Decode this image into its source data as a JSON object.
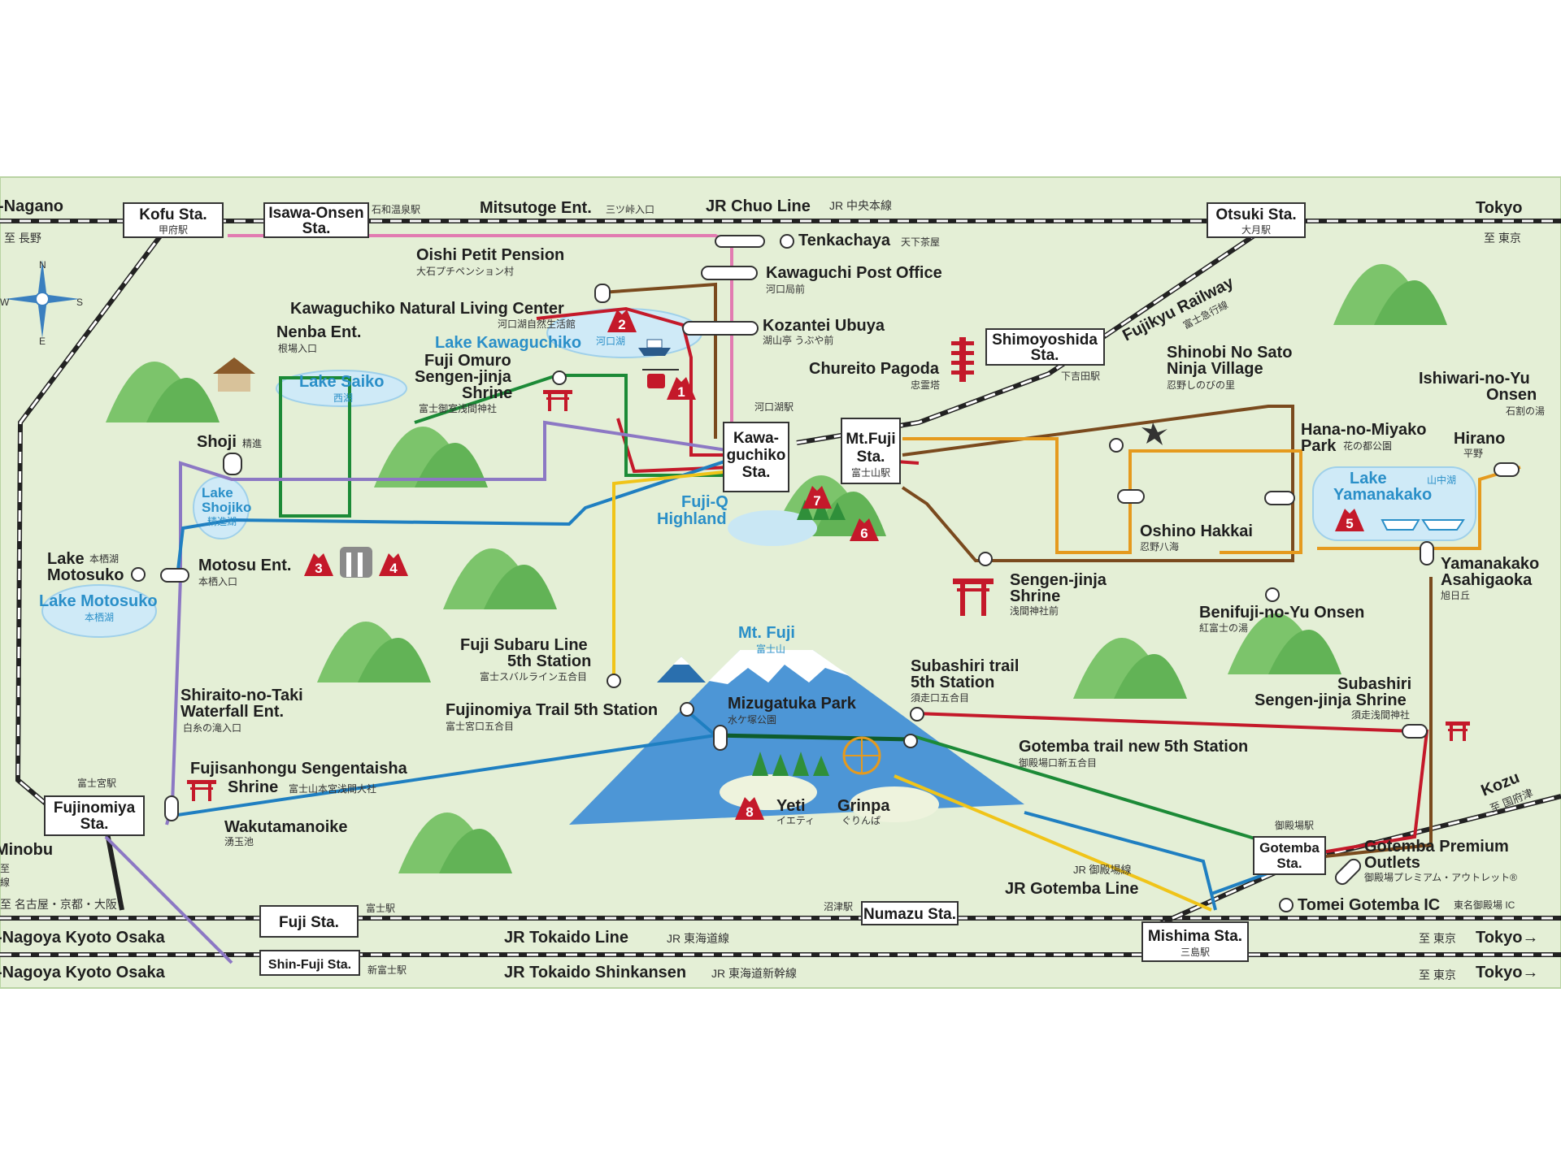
{
  "colors": {
    "background": "#e4efd6",
    "rail": "#222222",
    "line_pink": "#e27bb1",
    "line_red": "#c4192a",
    "line_brown": "#7a4a1e",
    "line_green": "#1c8a37",
    "line_purple": "#8c78c4",
    "line_blue": "#1f7fc1",
    "line_yellow": "#f0c419",
    "line_orange": "#e59a1e",
    "line_darkgreen": "#0e5c2c",
    "water": "#cfeaf7",
    "water_text": "#2a8fc8"
  },
  "compass": {
    "n": "N",
    "s": "S",
    "e": "E",
    "w": "W"
  },
  "edges": {
    "nagano": "-Nagano",
    "nagano_jp": "至 長野",
    "tokyo_top": "Tokyo",
    "tokyo_top_jp": "至 東京",
    "kozu": "Kozu",
    "kozu_jp": "至 国府津",
    "minobu": "Minobu",
    "minobu_jp": "至",
    "minobu_jp2": "線",
    "nagoya_jp": "至 名古屋・京都・大阪",
    "nagoya1": "-Nagoya  Kyoto  Osaka",
    "nagoya2": "-Nagoya  Kyoto  Osaka",
    "tokyo1": "Tokyo→",
    "tokyo1_jp": "至 東京",
    "tokyo2": "Tokyo→",
    "tokyo2_jp": "至 東京"
  },
  "lines": {
    "chuo": "JR Chuo Line",
    "chuo_jp": "JR 中央本線",
    "fujikyu": "Fujikyu Railway",
    "fujikyu_jp": "富士急行線",
    "gotemba_jp": "JR 御殿場線",
    "gotemba": "JR Gotemba Line",
    "tokaido": "JR Tokaido Line",
    "tokaido_jp": "JR 東海道線",
    "shinkansen": "JR Tokaido Shinkansen",
    "shinkansen_jp": "JR 東海道新幹線"
  },
  "stations": {
    "kofu": "Kofu Sta.",
    "kofu_jp": "甲府駅",
    "isawa1": "Isawa-Onsen",
    "isawa2": "Sta.",
    "isawa_jp": "石和温泉駅",
    "otsuki": "Otsuki Sta.",
    "otsuki_jp": "大月駅",
    "shimoyoshida1": "Shimoyoshida",
    "shimoyoshida2": "Sta.",
    "shimoyoshida_jp": "下吉田駅",
    "kawaguchiko1": "Kawa-",
    "kawaguchiko2": "guchiko",
    "kawaguchiko3": "Sta.",
    "kawaguchiko_jp": "河口湖駅",
    "mtfuji1": "Mt.Fuji",
    "mtfuji2": "Sta.",
    "mtfuji_jp": "富士山駅",
    "fujinomiya1": "Fujinomiya",
    "fujinomiya2": "Sta.",
    "fujinomiya_jp": "富士宮駅",
    "fuji": "Fuji Sta.",
    "fuji_jp": "富士駅",
    "shinfuji": "Shin-Fuji Sta.",
    "shinfuji_jp": "新富士駅",
    "numazu": "Numazu Sta.",
    "numazu_jp": "沼津駅",
    "mishima": "Mishima Sta.",
    "mishima_jp": "三島駅",
    "gotemba1": "Gotemba",
    "gotemba2": "Sta.",
    "gotemba_jp": "御殿場駅"
  },
  "stops": {
    "mitsutoge": "Mitsutoge Ent.",
    "mitsutoge_jp": "三ツ峠入口",
    "tenkachaya": "Tenkachaya",
    "tenkachaya_jp": "天下茶屋",
    "oishi": "Oishi Petit Pension",
    "oishi_jp": "大石プチペンション村",
    "kawaguchi_post": "Kawaguchi Post Office",
    "kawaguchi_post_jp": "河口局前",
    "living_center": "Kawaguchiko Natural Living Center",
    "living_center_jp": "河口湖自然生活館",
    "kozantei": "Kozantei Ubuya",
    "kozantei_jp": "湖山亭 うぶや前",
    "nenba": "Nenba Ent.",
    "nenba_jp": "根場入口",
    "omuro1": "Fuji Omuro",
    "omuro2": "Sengen-jinja",
    "omuro3": "Shrine",
    "omuro_jp": "富士御室浅間神社",
    "chureito": "Chureito Pagoda",
    "chureito_jp": "忠霊塔",
    "shinobi1": "Shinobi No Sato",
    "shinobi2": "Ninja Village",
    "shinobi_jp": "忍野しのびの里",
    "ishiwari1": "Ishiwari-no-Yu",
    "ishiwari2": "Onsen",
    "ishiwari_jp": "石割の湯",
    "shoji": "Shoji",
    "shoji_jp": "精進",
    "hana1": "Hana-no-Miyako",
    "hana2": "Park",
    "hana_jp": "花の都公園",
    "hirano": "Hirano",
    "hirano_jp": "平野",
    "oshino": "Oshino Hakkai",
    "oshino_jp": "忍野八海",
    "motosuko1": "Lake",
    "motosuko2": "Motosuko",
    "motosuko_jp": "本栖湖",
    "motosu_ent": "Motosu Ent.",
    "motosu_ent_jp": "本栖入口",
    "sengen1": "Sengen-jinja",
    "sengen2": "Shrine",
    "sengen_jp": "浅間神社前",
    "yamanakako_asa1": "Yamanakako",
    "yamanakako_asa2": "Asahigaoka",
    "yamanakako_asa_jp": "旭日丘",
    "benifuji": "Benifuji-no-Yu Onsen",
    "benifuji_jp": "紅富士の湯",
    "subaru1": "Fuji Subaru Line",
    "subaru2": "5th Station",
    "subaru_jp": "富士スバルライン五合目",
    "subashiri5_1": "Subashiri trail",
    "subashiri5_2": "5th Station",
    "subashiri5_jp": "須走口五合目",
    "shiraito1": "Shiraito-no-Taki",
    "shiraito2": "Waterfall Ent.",
    "shiraito_jp": "白糸の滝入口",
    "fujinomiya5": "Fujinomiya Trail 5th Station",
    "fujinomiya5_jp": "富士宮口五合目",
    "mizugatuka": "Mizugatuka Park",
    "mizugatuka_jp": "水ケ塚公園",
    "subashiri_shrine1": "Subashiri",
    "subashiri_shrine2": "Sengen-jinja Shrine",
    "subashiri_shrine_jp": "須走浅間神社",
    "gotemba5": "Gotemba trail new 5th Station",
    "gotemba5_jp": "御殿場口新五合目",
    "hongu1": "Fujisanhongu Sengentaisha",
    "hongu2": "Shrine",
    "hongu_jp": "富士山本宮浅間大社",
    "wakutama": "Wakutamanoike",
    "wakutama_jp": "湧玉池",
    "outlets1": "Gotemba Premium",
    "outlets2": "Outlets",
    "outlets_jp": "御殿場プレミアム・アウトレット®",
    "tomei": "Tomei Gotemba IC",
    "tomei_jp": "東名御殿場 IC"
  },
  "places": {
    "lake_saiko": "Lake Saiko",
    "lake_saiko_jp": "西湖",
    "lake_kawaguchiko": "Lake Kawaguchiko",
    "lake_kawaguchiko_jp": "河口湖",
    "lake_shojiko1": "Lake",
    "lake_shojiko2": "Shojiko",
    "lake_shojiko_jp": "精進湖",
    "lake_motosuko": "Lake Motosuko",
    "lake_motosuko_jp": "本栖湖",
    "lake_yamanakako1": "Lake",
    "lake_yamanakako2": "Yamanakako",
    "lake_yamanakako_jp": "山中湖",
    "fujiq1": "Fuji-Q",
    "fujiq2": "Highland",
    "mtfuji": "Mt. Fuji",
    "mtfuji_jp": "富士山",
    "yeti": "Yeti",
    "yeti_jp": "イエティ",
    "grinpa": "Grinpa",
    "grinpa_jp": "ぐりんぱ"
  },
  "markers": [
    "1",
    "2",
    "3",
    "4",
    "5",
    "6",
    "7",
    "8"
  ]
}
